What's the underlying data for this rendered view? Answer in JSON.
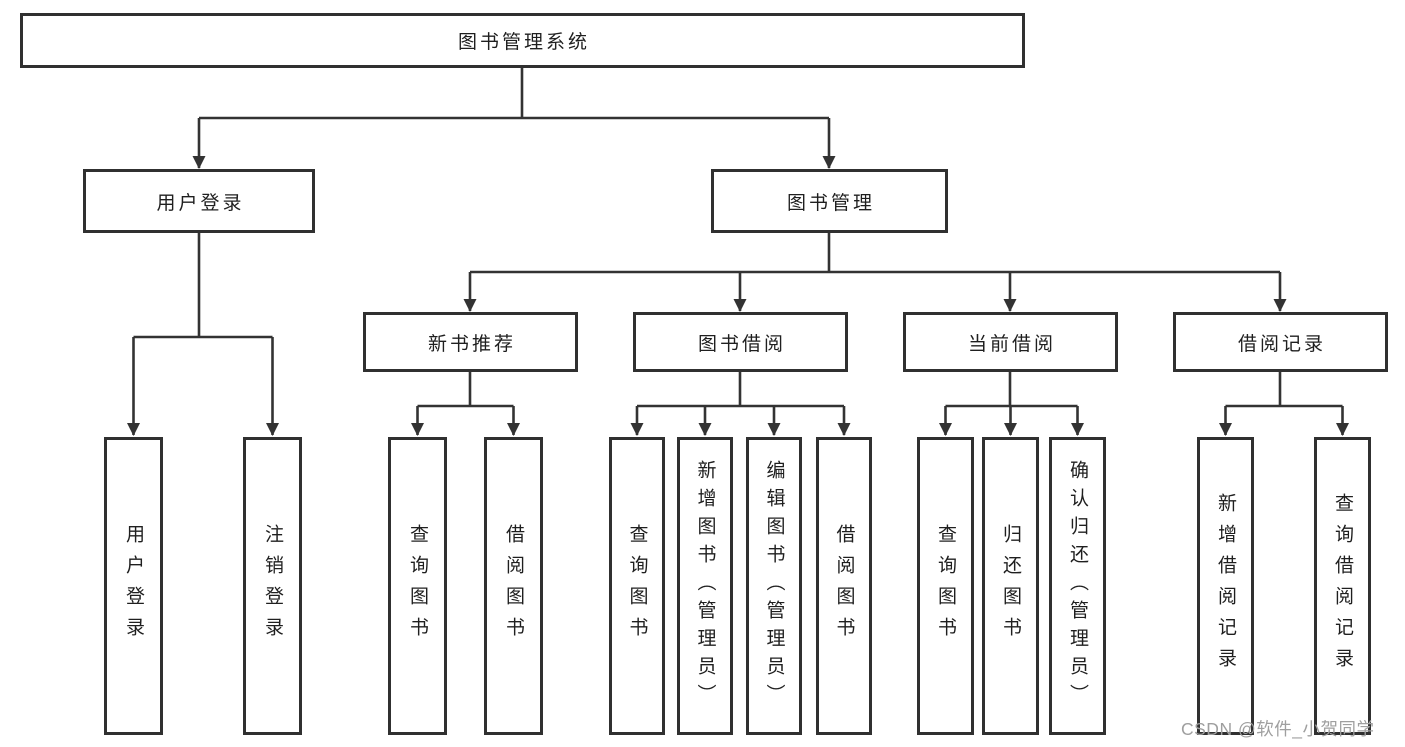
{
  "diagram_type": "hierarchy-tree",
  "nodes": {
    "root": {
      "label": "图书管理系统"
    },
    "level2": [
      {
        "label": "用户登录"
      },
      {
        "label": "图书管理"
      }
    ],
    "level3": [
      {
        "label": "新书推荐"
      },
      {
        "label": "图书借阅"
      },
      {
        "label": "当前借阅"
      },
      {
        "label": "借阅记录"
      }
    ],
    "leaves": [
      {
        "label": "用户登录"
      },
      {
        "label": "注销登录"
      },
      {
        "label": "查询图书"
      },
      {
        "label": "借阅图书"
      },
      {
        "label": "查询图书"
      },
      {
        "label": "新增图书（管理员）"
      },
      {
        "label": "编辑图书（管理员）"
      },
      {
        "label": "借阅图书"
      },
      {
        "label": "查询图书"
      },
      {
        "label": "归还图书"
      },
      {
        "label": "确认归还（管理员）"
      },
      {
        "label": "新增借阅记录"
      },
      {
        "label": "查询借阅记录"
      }
    ]
  },
  "edges": [
    [
      "图书管理系统",
      "用户登录"
    ],
    [
      "图书管理系统",
      "图书管理"
    ],
    [
      "用户登录",
      "用户登录"
    ],
    [
      "用户登录",
      "注销登录"
    ],
    [
      "图书管理",
      "新书推荐"
    ],
    [
      "图书管理",
      "图书借阅"
    ],
    [
      "图书管理",
      "当前借阅"
    ],
    [
      "图书管理",
      "借阅记录"
    ],
    [
      "新书推荐",
      "查询图书"
    ],
    [
      "新书推荐",
      "借阅图书"
    ],
    [
      "图书借阅",
      "查询图书"
    ],
    [
      "图书借阅",
      "新增图书（管理员）"
    ],
    [
      "图书借阅",
      "编辑图书（管理员）"
    ],
    [
      "图书借阅",
      "借阅图书"
    ],
    [
      "当前借阅",
      "查询图书"
    ],
    [
      "当前借阅",
      "归还图书"
    ],
    [
      "当前借阅",
      "确认归还（管理员）"
    ],
    [
      "借阅记录",
      "新增借阅记录"
    ],
    [
      "借阅记录",
      "查询借阅记录"
    ]
  ],
  "watermark": "CSDN @软件_小贺同学",
  "colors": {
    "line": "#333333",
    "box_border": "#303030",
    "text": "#1f1f1f",
    "watermark": "#9f9f9f",
    "background": "#ffffff"
  }
}
